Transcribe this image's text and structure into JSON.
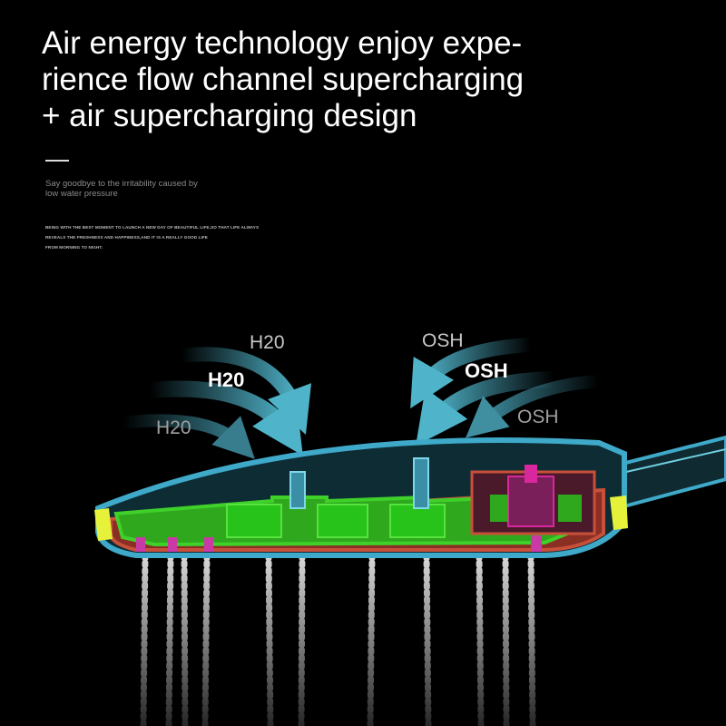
{
  "headline": {
    "lines": [
      "Air energy technology enjoy expe-",
      "rience flow channel supercharging",
      "+ air supercharging design"
    ]
  },
  "subtitle": {
    "lines": [
      "Say goodbye to the irritability caused by",
      "low water pressure"
    ]
  },
  "fine_print": {
    "lines": [
      "BEING WITH THE BEST MOMENT TO LAUNCH A NEW DAY OF BEAUTIFUL LIFE,SO THAT LIFE ALWAYS",
      "REVEALS THE FRESHNESS AND HAPPINESS,AND IT IS A REALLY GOOD LIFE",
      "FROM MORNING TO NIGHT."
    ]
  },
  "flow_labels": {
    "water_top": "H20",
    "water_mid": "H20",
    "water_bottom": "H20",
    "air_top": "OSH",
    "air_mid": "OSH",
    "air_bottom": "OSH"
  },
  "colors": {
    "background": "#000000",
    "arrow": "#4fb3c9",
    "shell": "#3fa9c9",
    "inner_green": "#3fd02a",
    "inner_red": "#c8503a",
    "valve_pink": "#d9279e",
    "tip_yellow": "#e6f23a"
  },
  "icons": [
    "water-flow-arrow-icon",
    "air-flow-arrow-icon",
    "shower-head-illustration"
  ]
}
